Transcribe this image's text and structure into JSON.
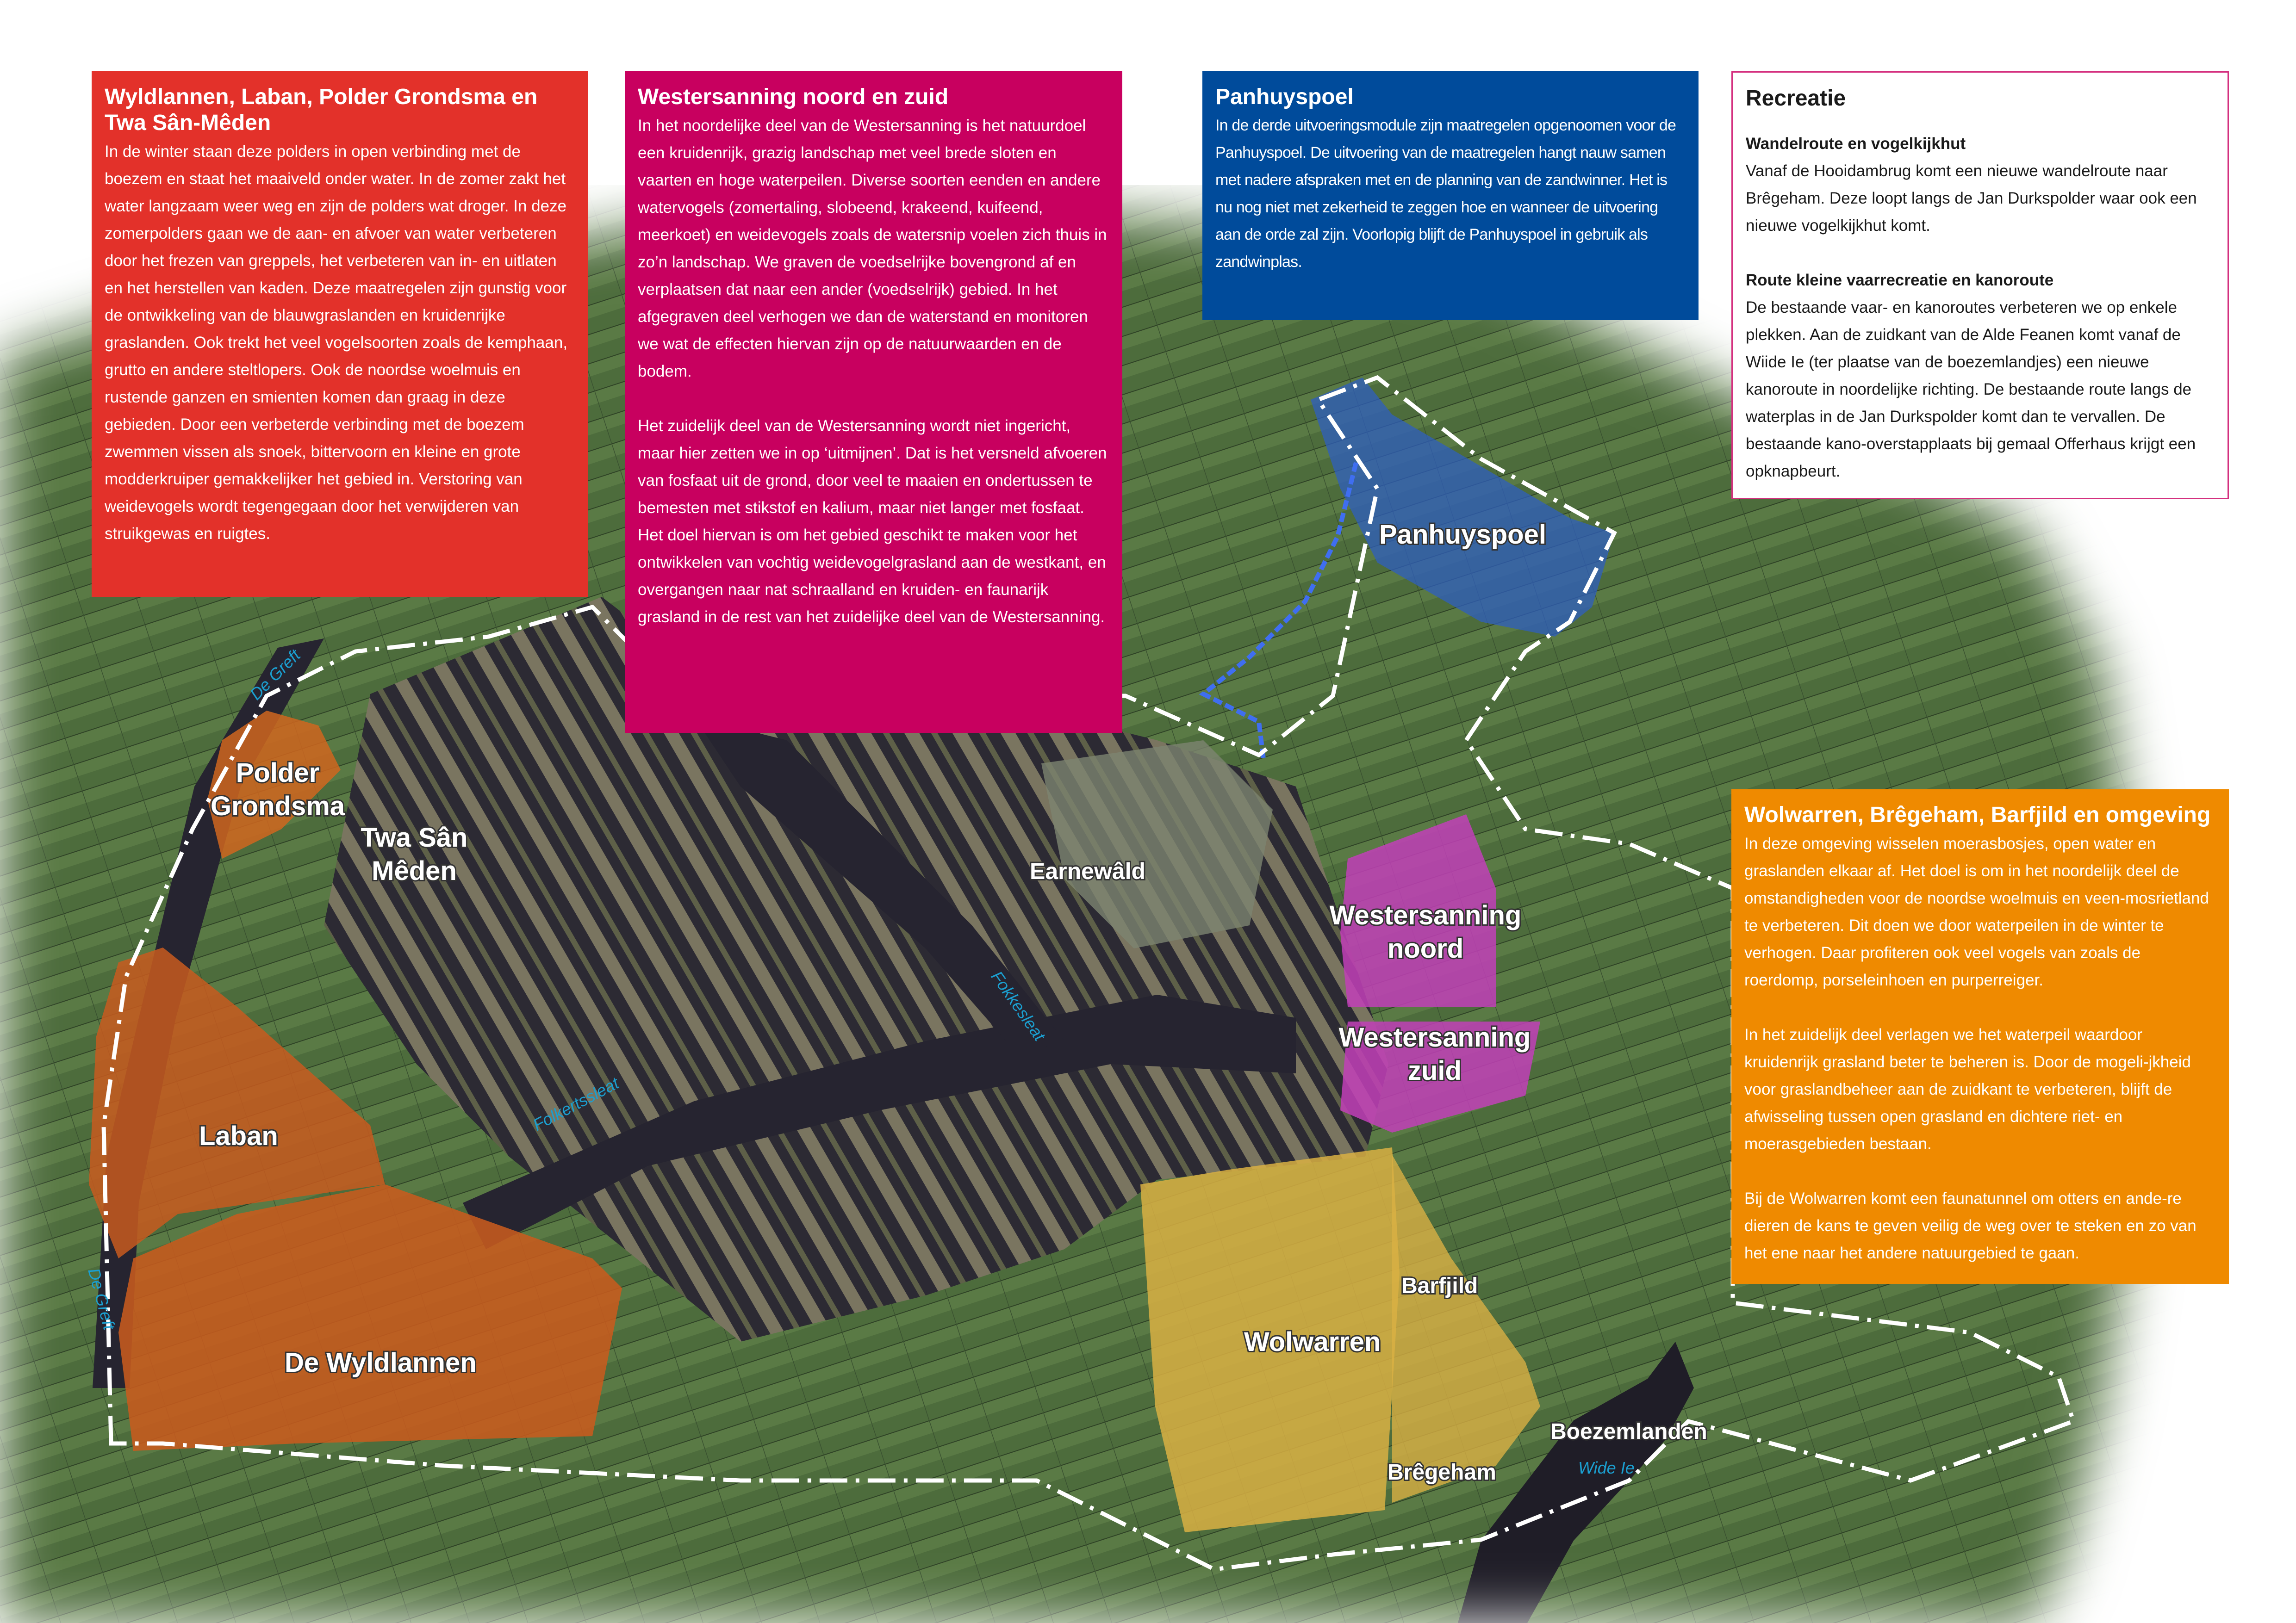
{
  "colors": {
    "red": "#e3312a",
    "magenta": "#c8005f",
    "blue": "#004b9b",
    "orange": "#ef8a00",
    "recreatie_border": "#d4307f",
    "waterway_label": "#1b9fd0"
  },
  "boxes": {
    "wyldlannen": {
      "title": "Wyldlannen, Laban, Polder Grondsma en Twa Sân-Mêden",
      "paragraphs": [
        "In de winter staan deze polders in open verbinding met de boezem en staat het maaiveld onder water. In de zomer zakt het water langzaam weer weg en zijn de polders wat droger. In deze zomerpolders  gaan we de aan- en afvoer van water verbeteren door het frezen van greppels, het verbeteren van in- en uitlaten en het herstellen van kaden. Deze maatregelen zijn gunstig voor de ontwikkeling van de blauwgraslanden en kruidenrijke graslanden. Ook trekt het veel vogelsoorten zoals de kemphaan, grutto en andere steltlopers. Ook de noordse woelmuis en rustende ganzen en smienten komen dan graag in deze gebieden. Door een verbeterde verbinding met de boezem zwemmen vissen als snoek, bittervoorn en kleine en grote modderkruiper gemakkelijker het gebied in. Verstoring van weidevogels wordt tegengegaan door het verwijderen van struikgewas en ruigtes."
      ]
    },
    "westersanning": {
      "title": "Westersanning noord en zuid",
      "paragraphs": [
        "In het noordelijke deel van de Westersanning is het natuurdoel een kruidenrijk, grazig landschap met veel brede sloten en vaarten en hoge waterpeilen. Diverse soorten eenden en andere watervogels (zomertaling, slobeend, krakeend, kuifeend, meerkoet) en weidevogels zoals de watersnip voelen zich thuis in zo’n landschap. We graven de voedselrijke bovengrond af en verplaatsen dat naar een ander (voedselrijk) gebied. In het afgegraven deel verhogen we dan de waterstand en monitoren we wat de effecten hiervan zijn op de natuurwaarden en de bodem.",
        "Het zuidelijk deel van de Westersanning wordt niet ingericht, maar hier zetten we in op ‘uitmijnen’. Dat is het versneld afvoeren van fosfaat uit de grond, door veel te maaien en ondertussen te bemesten met stikstof en kalium, maar niet langer met fosfaat. Het doel hiervan is om het gebied geschikt te maken voor het ontwikkelen van vochtig weidevogelgrasland aan de westkant, en overgangen naar nat schraalland en kruiden- en faunarijk grasland in de rest van het zuidelijke deel van de Westersanning."
      ]
    },
    "panhuyspoel": {
      "title": "Panhuyspoel",
      "paragraphs": [
        "In de derde uitvoeringsmodule zijn maatregelen opgenoomen voor de Panhuyspoel. De uitvoering van de maatregelen hangt nauw samen met nadere afspraken met en de planning van de zandwinner. Het is nu nog niet met zekerheid te zeggen hoe en wanneer de uitvoering aan de orde zal zijn. Voorlopig blijft de Panhuyspoel in gebruik als zandwinplas."
      ]
    },
    "recreatie": {
      "title": "Recreatie",
      "sections": [
        {
          "heading": "Wandelroute en vogelkijkhut",
          "text": "Vanaf de Hooidambrug komt een nieuwe wandelroute naar Brêgeham. Deze loopt langs de Jan Durkspolder waar ook een nieuwe vogelkijkhut komt."
        },
        {
          "heading": "Route kleine vaarrecreatie en kanoroute",
          "text": "De bestaande vaar- en kanoroutes verbeteren we op enkele plekken. Aan de zuidkant van de Alde Feanen komt vanaf de Wiide Ie (ter plaatse van de boezemlandjes) een nieuwe kanoroute in noordelijke richting. De bestaande route langs de waterplas in de Jan Durkspolder komt dan te vervallen. De bestaande kano-overstapplaats bij gemaal Offerhaus krijgt een opknapbeurt."
        }
      ]
    },
    "wolwarren": {
      "title": "Wolwarren, Brêgeham, Barfjild en omgeving",
      "paragraphs": [
        "In deze omgeving wisselen moerasbosjes, open water en graslanden elkaar af. Het doel is om in het noordelijk deel de omstandigheden voor de noordse woelmuis en veen-mosrietland te verbeteren. Dit doen we door waterpeilen in de winter te verhogen. Daar profiteren ook veel vogels van zoals de roerdomp, porseleinhoen en purperreiger.",
        "In het zuidelijk deel verlagen we het waterpeil waardoor kruidenrijk grasland beter te beheren is. Door de mogeli-jkheid voor graslandbeheer aan de zuidkant te verbeteren, blijft de afwisseling tussen open grasland en dichtere riet- en moerasgebieden bestaan.",
        "Bij de Wolwarren komt een faunatunnel om otters en ande-re dieren de kans te geven veilig de weg over te steken en zo van het ene naar het andere natuurgebied te gaan."
      ]
    }
  },
  "map": {
    "area_labels": {
      "polder_grondsma": [
        "Polder",
        "Grondsma"
      ],
      "twa_san_meden": [
        "Twa Sân",
        "Mêden"
      ],
      "laban": "Laban",
      "de_wyldlannen": "De Wyldlannen",
      "earnewald": "Earnewâld",
      "panhuyspoel": "Panhuyspoel",
      "westersanning_noord": [
        "Westersanning",
        "noord"
      ],
      "westersanning_zuid": [
        "Westersanning",
        "zuid"
      ],
      "wolwarren": "Wolwarren",
      "barfjild": "Barfjild",
      "boezemlanden": "Boezemlanden",
      "bregeham": "Brêgeham"
    },
    "water_labels": {
      "folkertssleat": "Folkertssleat",
      "fokkesleat": "Fokkesleat",
      "de_greft_north": "De Greft",
      "de_greft_west": "De Greft",
      "wide_ie": "Wide Ie"
    }
  }
}
